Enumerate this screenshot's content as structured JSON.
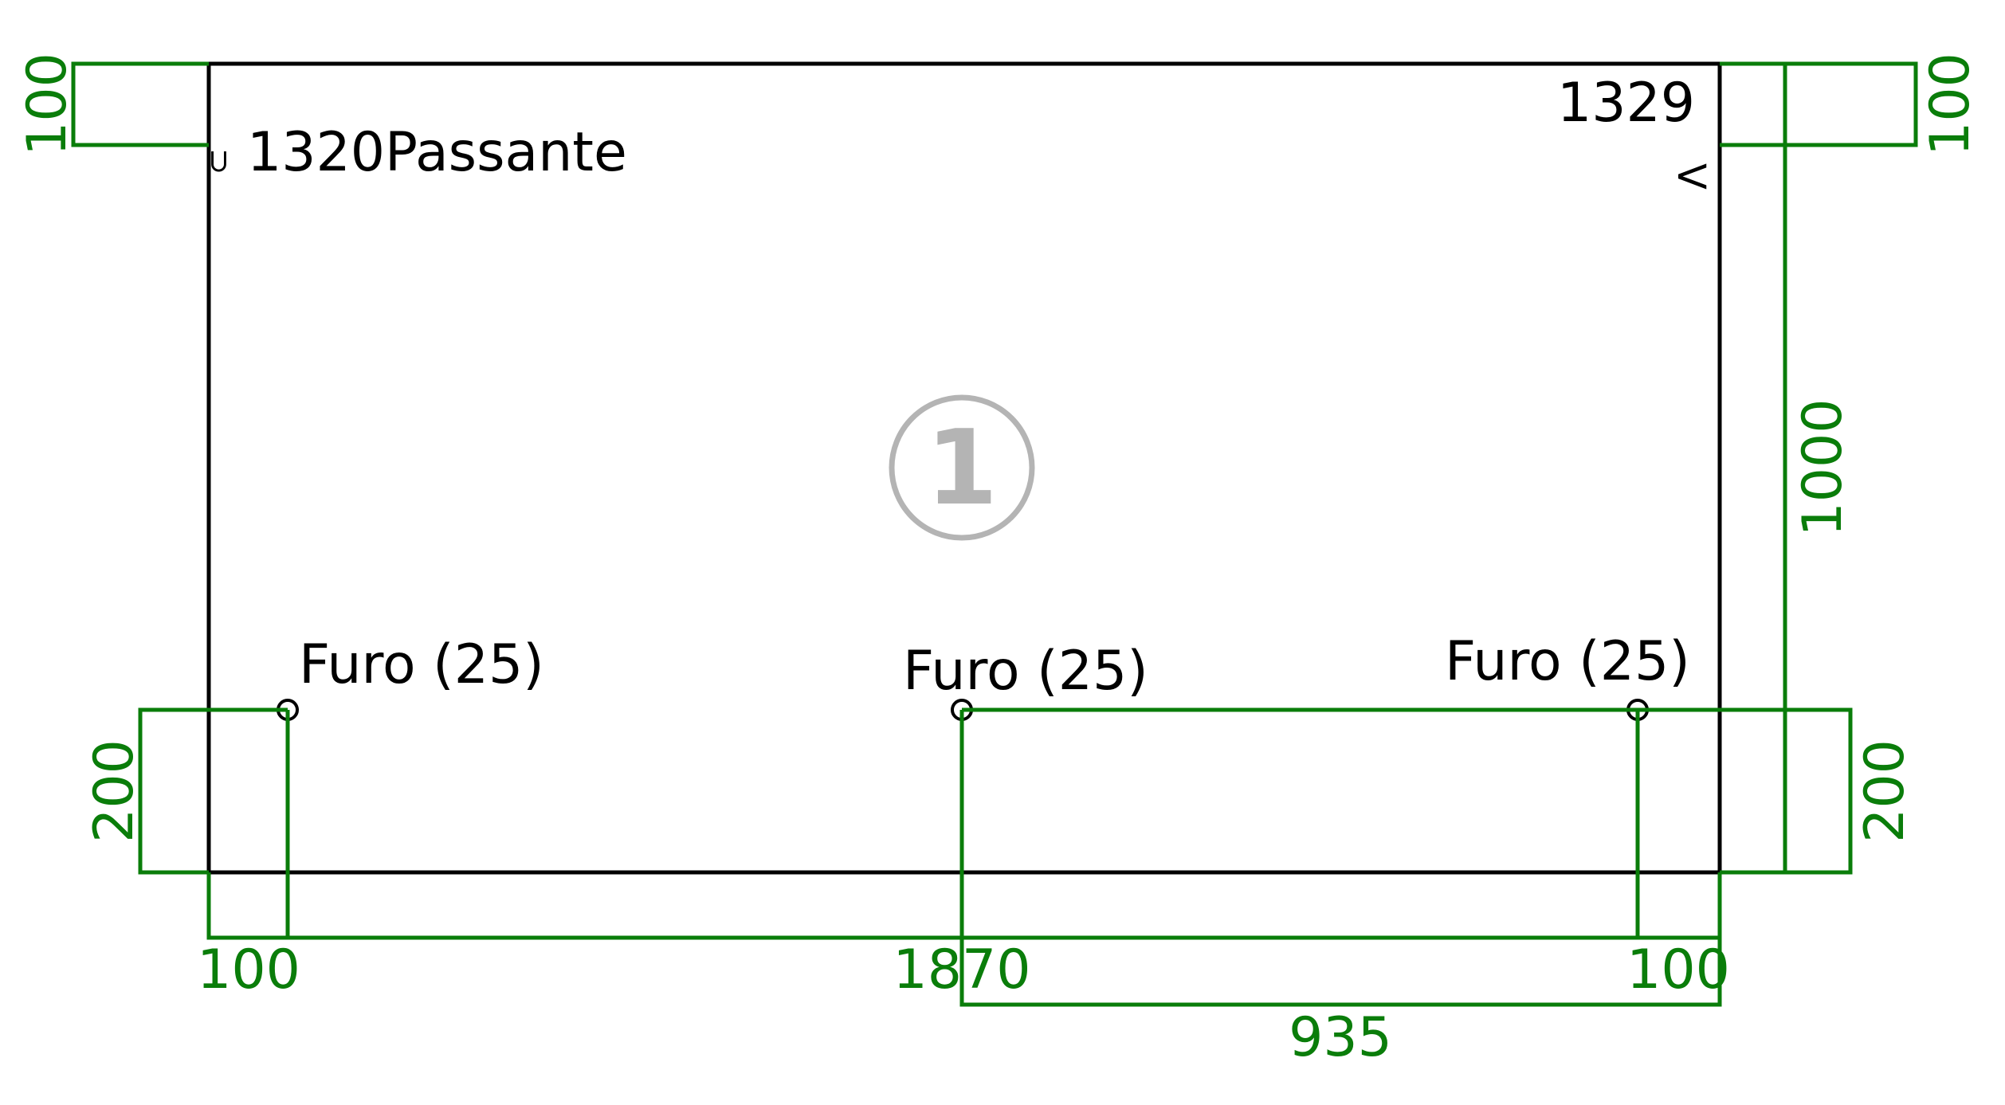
{
  "panel": {
    "number": "1",
    "label_top_left": "1320Passante",
    "label_top_right": "1329",
    "mark_top_left": "⊃",
    "mark_top_right": "V"
  },
  "holes": [
    {
      "label": "Furo (25)"
    },
    {
      "label": "Furo (25)"
    },
    {
      "label": "Furo (25)"
    }
  ],
  "dimensions": {
    "top_left": "100",
    "top_right": "100",
    "height": "1000",
    "hole_left_height": "200",
    "hole_right_height": "200",
    "bottom_left": "100",
    "bottom_total": "1870",
    "bottom_right": "100",
    "bottom_half": "935"
  },
  "colors": {
    "outline": "#000000",
    "dimension": "#0a7d0a",
    "badge": "#b4b4b4"
  }
}
